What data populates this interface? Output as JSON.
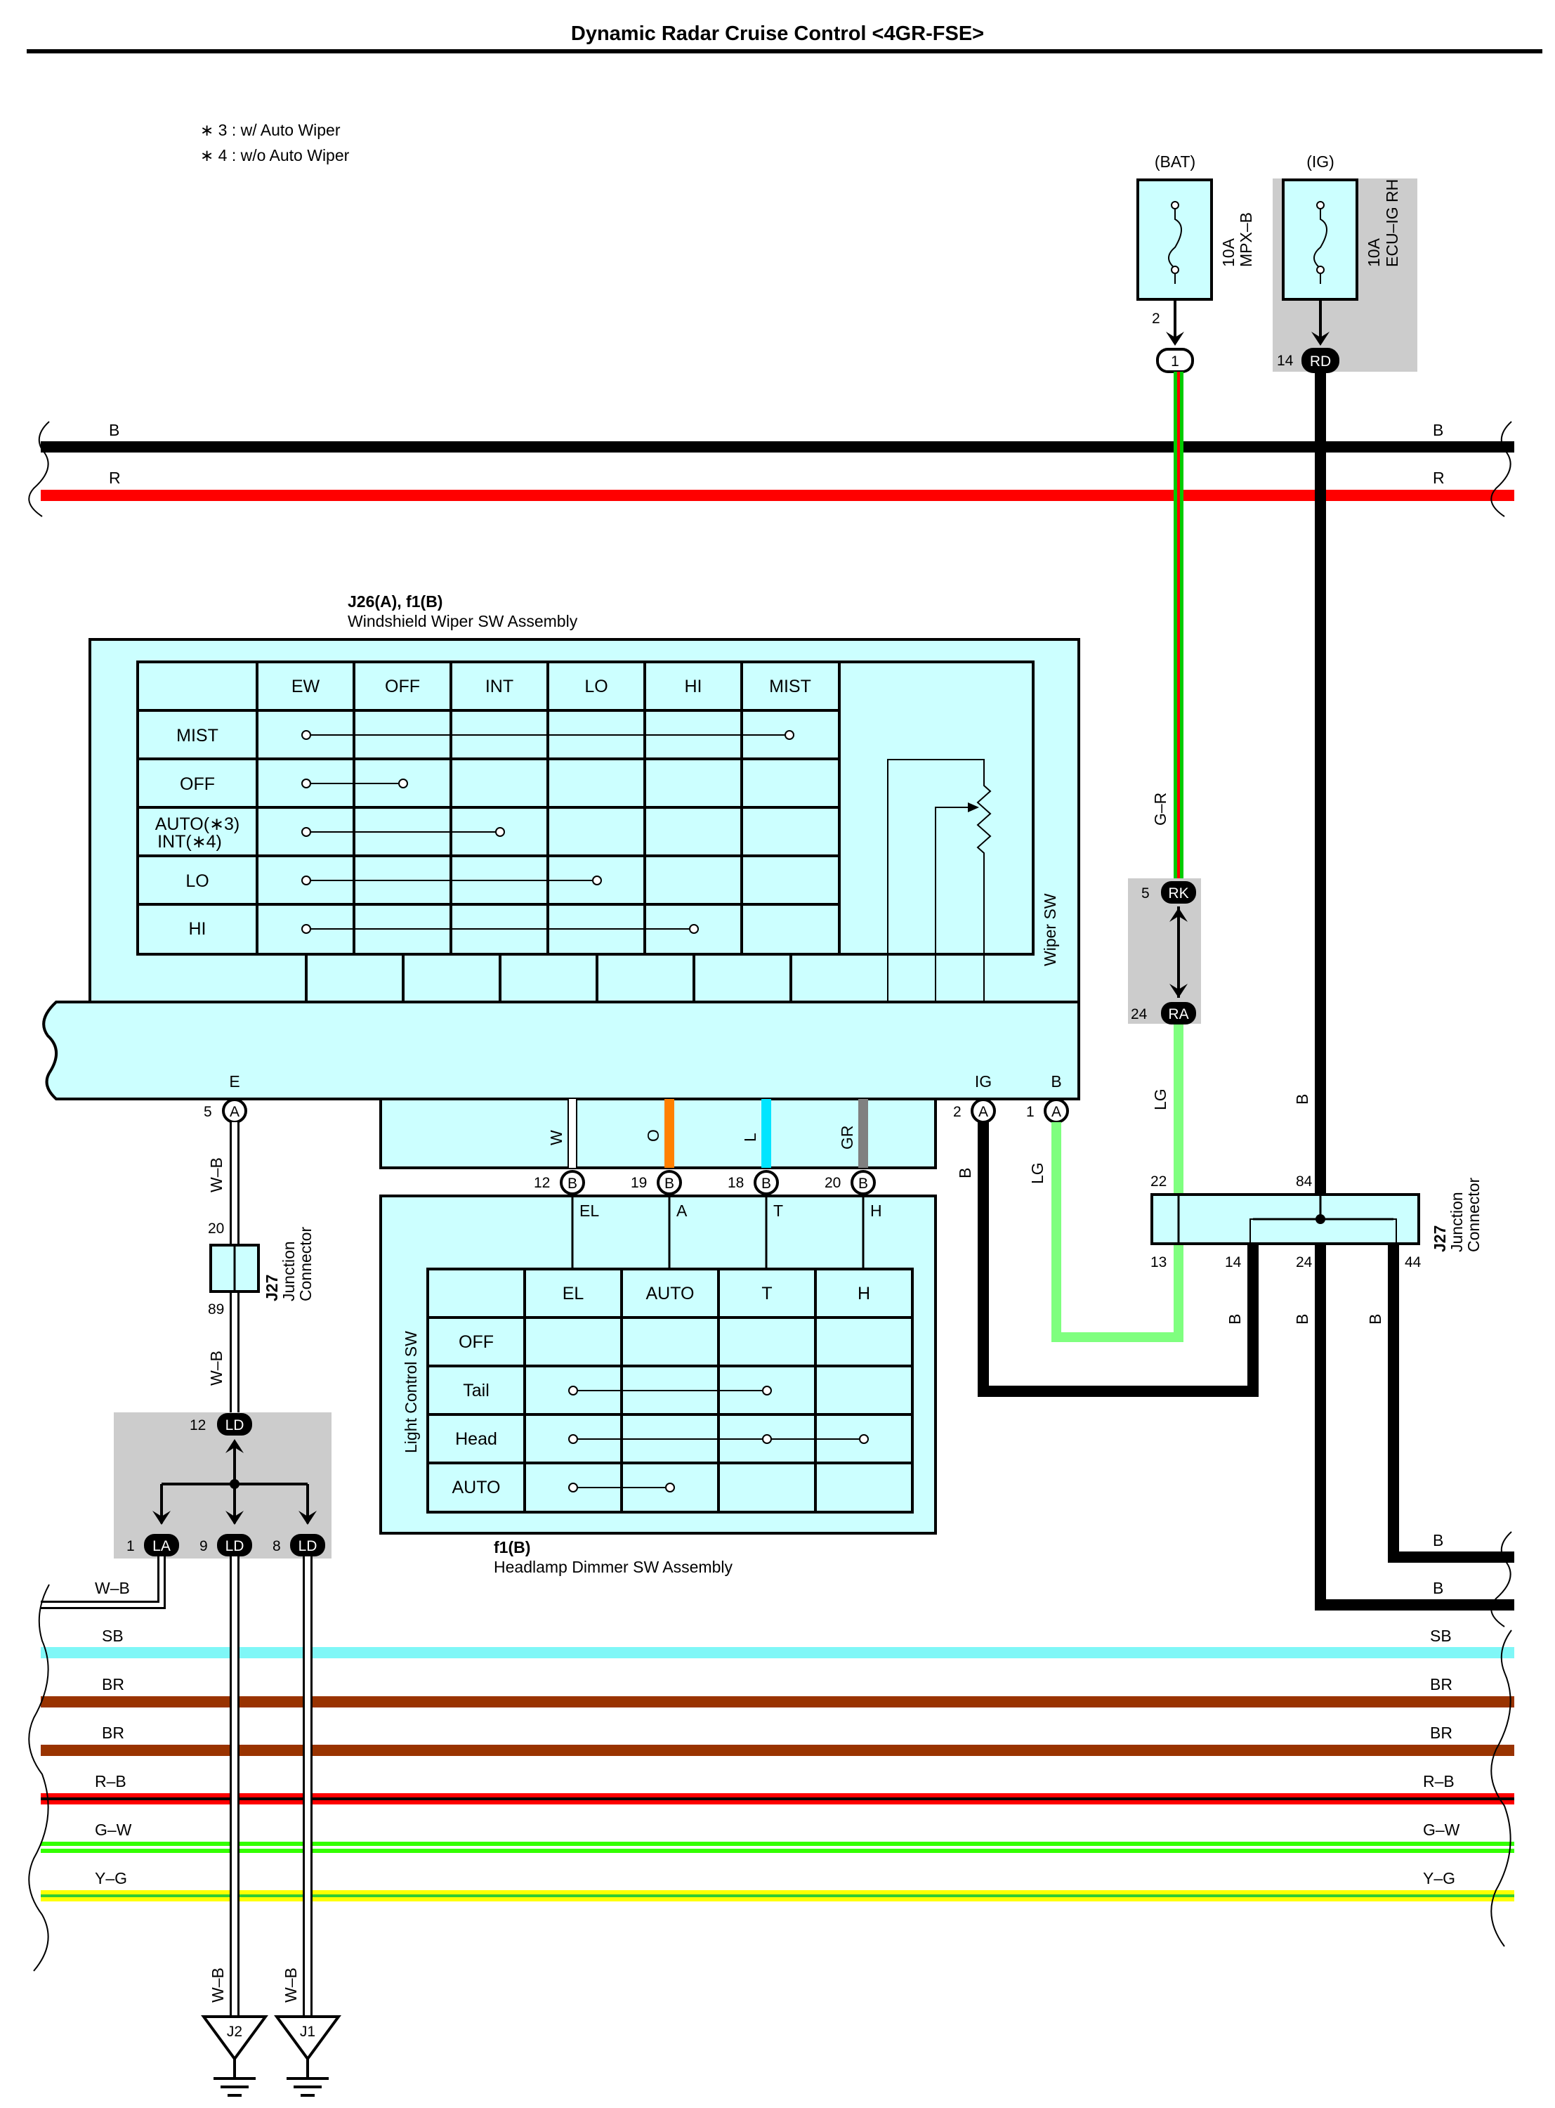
{
  "title": "Dynamic Radar Cruise Control <4GR-FSE>",
  "notes": [
    "∗ 3 : w/ Auto Wiper",
    "∗ 4 : w/o Auto Wiper"
  ],
  "power": {
    "bat": {
      "label": "(BAT)",
      "rating": "10A",
      "name": "MPX–B",
      "pin": "2",
      "connector": "1"
    },
    "ig": {
      "label": "(IG)",
      "rating": "10A",
      "name": "ECU–IG RH",
      "pin": "14",
      "connector": "RD"
    }
  },
  "buses": {
    "top": [
      {
        "label": "B",
        "color": "#000000"
      },
      {
        "label": "R",
        "color": "#ff0000"
      }
    ],
    "bottom": [
      {
        "label": "SB",
        "color": "#7ff7f7"
      },
      {
        "label": "BR",
        "color": "#993300"
      },
      {
        "label": "BR",
        "color": "#993300"
      },
      {
        "label": "R–B",
        "color": "#ff0000",
        "stripe": "#000000"
      },
      {
        "label": "G–W",
        "color": "#33ff00",
        "stripe": "#ffffff"
      },
      {
        "label": "Y–G",
        "color": "#ffff00",
        "stripe": "#33cc33"
      }
    ],
    "right_extra": [
      "B",
      "B"
    ]
  },
  "wiper_sw": {
    "code": "J26(A), f1(B)",
    "name": "Windshield Wiper SW Assembly",
    "side_label": "Wiper SW",
    "columns": [
      "EW",
      "OFF",
      "INT",
      "LO",
      "HI",
      "MIST"
    ],
    "rows": [
      "MIST",
      "OFF",
      "AUTO(∗3)",
      "INT(∗4)",
      "LO",
      "HI"
    ],
    "terminals": {
      "e": "E",
      "ig": "IG",
      "b": "B"
    },
    "pins": {
      "e": "5",
      "e_con": "A",
      "ig": "2",
      "ig_con": "A",
      "b": "1",
      "b_con": "A"
    }
  },
  "light_sw": {
    "code": "f1(B)",
    "name": "Headlamp Dimmer SW Assembly",
    "side_label": "Light Control SW",
    "columns": [
      "EL",
      "AUTO",
      "T",
      "H"
    ],
    "rows": [
      "OFF",
      "Tail",
      "Head",
      "AUTO"
    ],
    "terminals": [
      "EL",
      "A",
      "T",
      "H"
    ],
    "wires": [
      {
        "label": "W",
        "color": "#ffffff",
        "pin": "12",
        "con": "B"
      },
      {
        "label": "O",
        "color": "#ff8000",
        "pin": "19",
        "con": "B"
      },
      {
        "label": "L",
        "color": "#00e5ff",
        "pin": "18",
        "con": "B"
      },
      {
        "label": "GR",
        "color": "#808080",
        "pin": "20",
        "con": "B"
      }
    ]
  },
  "junction_left": {
    "code": "J27",
    "name1": "Junction",
    "name2": "Connector",
    "pin_top": "20",
    "pin_bottom": "89",
    "wire_top": "W–B",
    "wire_bottom": "W–B"
  },
  "junction_right": {
    "code": "J27",
    "name1": "Junction",
    "name2": "Connector",
    "pins_top": [
      "22",
      "84"
    ],
    "pins_bottom": [
      "13",
      "14",
      "24",
      "44"
    ],
    "wire_labels": [
      "B",
      "B",
      "B"
    ]
  },
  "splice_rk_ra": {
    "top_pin": "5",
    "top_con": "RK",
    "bottom_pin": "24",
    "bottom_con": "RA",
    "wire_top": "G–R",
    "wire_bottom": "LG"
  },
  "ground_splice": {
    "top_pin": "12",
    "top_con": "LD",
    "pins": [
      {
        "pin": "1",
        "con": "LA"
      },
      {
        "pin": "9",
        "con": "LD"
      },
      {
        "pin": "8",
        "con": "LD"
      }
    ],
    "left_wire": "W–B"
  },
  "wires": {
    "ig_b": "B",
    "b_lg": "LG",
    "ig_right": "B"
  },
  "grounds": [
    {
      "label": "J2",
      "wire": "W–B"
    },
    {
      "label": "J1",
      "wire": "W–B"
    }
  ]
}
